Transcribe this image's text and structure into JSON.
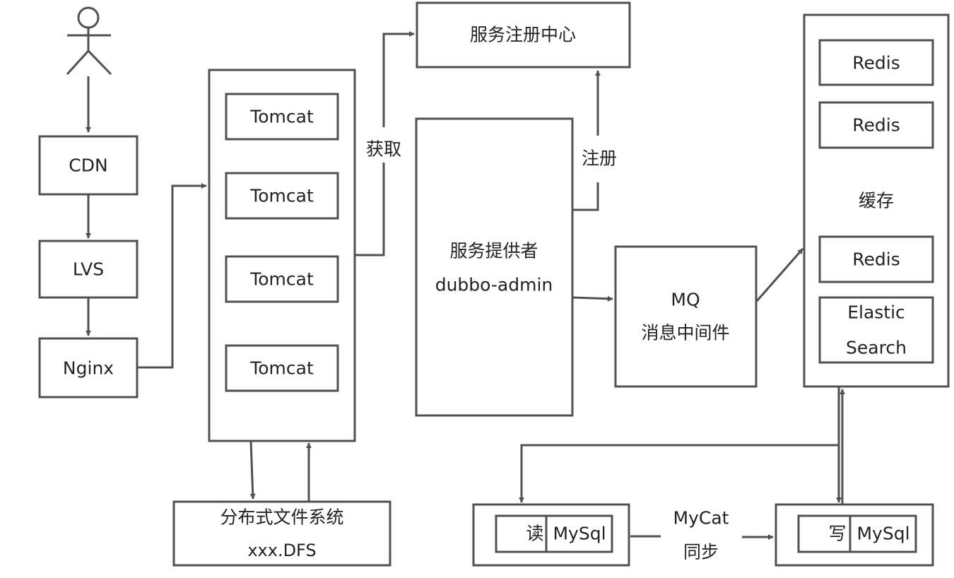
{
  "nodes": {
    "cdn": "CDN",
    "lvs": "LVS",
    "nginx": "Nginx",
    "tomcat_1": "Tomcat",
    "tomcat_2": "Tomcat",
    "tomcat_3": "Tomcat",
    "tomcat_4": "Tomcat",
    "registry": "服务注册中心",
    "provider_line1": "服务提供者",
    "provider_line2": "dubbo-admin",
    "mq_line1": "MQ",
    "mq_line2": "消息中间件",
    "redis_1": "Redis",
    "redis_2": "Redis",
    "redis_3": "Redis",
    "cache": "缓存",
    "es_line1": "Elastic",
    "es_line2": "Search",
    "dfs_line1": "分布式文件系统",
    "dfs_line2": "xxx.DFS",
    "read_label": "读",
    "read_mysql": "MySql",
    "write_label": "写",
    "write_mysql": "MySql"
  },
  "edges": {
    "fetch": "获取",
    "register": "注册",
    "mycat_line1": "MyCat",
    "mycat_line2": "同步"
  },
  "colors": {
    "stroke": "#505050",
    "text": "#222222",
    "background": "#ffffff"
  }
}
